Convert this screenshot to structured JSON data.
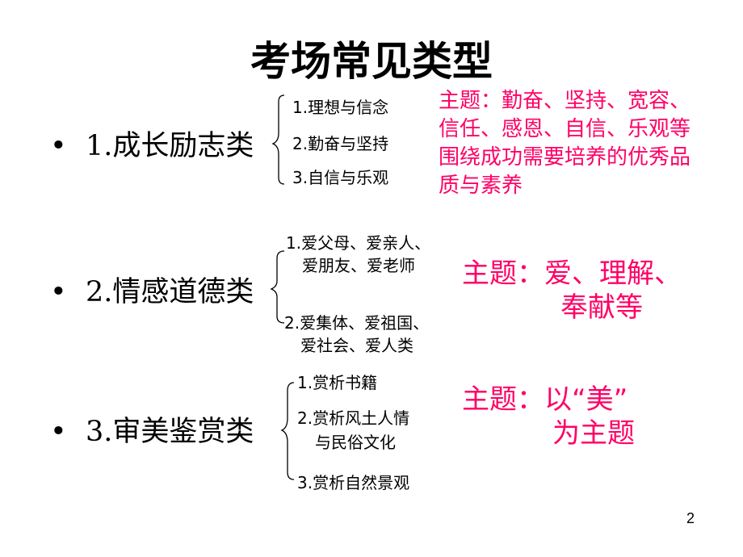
{
  "title": "考场常见类型",
  "sections": [
    {
      "heading": "1.成长励志类",
      "items": [
        "1.理想与信念",
        "2.勤奋与坚持",
        "3.自信与乐观"
      ],
      "theme_lines": [
        "主题：勤奋、坚持、宽容、",
        "信任、感恩、自信、乐观等",
        "围绕成功需要培养的优秀品",
        "质与素养"
      ]
    },
    {
      "heading": "2.情感道德类",
      "items": [
        [
          "1.爱父母、爱亲人、",
          "爱朋友、爱老师"
        ],
        [
          "2.爱集体、爱祖国、",
          "爱社会、爱人类"
        ]
      ],
      "theme_lines": [
        "主题：爱、理解、",
        "奉献等"
      ]
    },
    {
      "heading": "3.审美鉴赏类",
      "items": [
        [
          "1.赏析书籍"
        ],
        [
          "2.赏析风土人情",
          "与民俗文化"
        ],
        [
          "3.赏析自然景观"
        ]
      ],
      "theme_lines": [
        "主题：以“美”",
        "为主题"
      ]
    }
  ],
  "bullet_symbol": "•",
  "page_number": "2",
  "colors": {
    "theme": "#FF0066",
    "text": "#000000"
  }
}
